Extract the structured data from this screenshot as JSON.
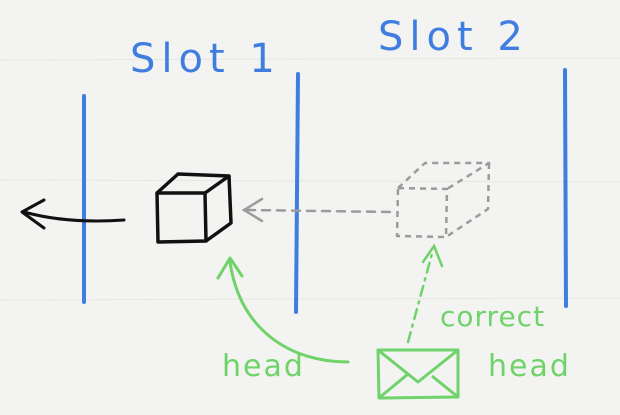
{
  "diagram": {
    "slot1_label": "Slot 1",
    "slot2_label": "Slot 2",
    "label_head_left": "head",
    "label_head_right": "head",
    "label_correct": "correct"
  },
  "colors": {
    "background": "#f3f3f1",
    "slot_lines": "#3f7ee0",
    "slot_text": "#3f7ee0",
    "cube": "#111111",
    "ghost_cube": "#9b9b9b",
    "green": "#6fd36a"
  },
  "icons": {
    "solid_cube": "cube-icon",
    "ghost_cube": "cube-outline-icon",
    "envelope": "envelope-icon"
  }
}
